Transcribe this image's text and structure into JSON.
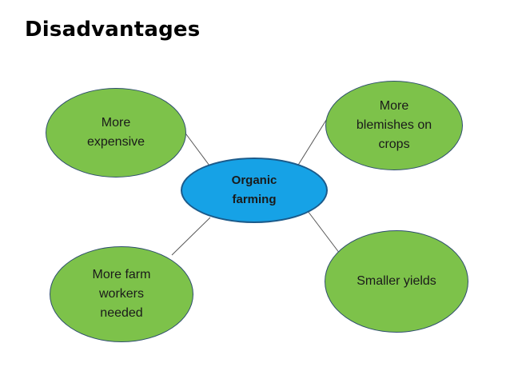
{
  "title": "Disadvantages",
  "colors": {
    "outer_fill": "#7dc24a",
    "outer_border": "#2e4e6e",
    "center_fill": "#16a2e6",
    "center_border": "#1b5a8a",
    "connector": "#555555"
  },
  "center": {
    "label": "Organic\nfarming"
  },
  "nodes": [
    {
      "label": "More\nexpensive"
    },
    {
      "label": "More\nblemishes on\ncrops"
    },
    {
      "label": "More farm\nworkers\nneeded"
    },
    {
      "label": "Smaller yields"
    }
  ]
}
